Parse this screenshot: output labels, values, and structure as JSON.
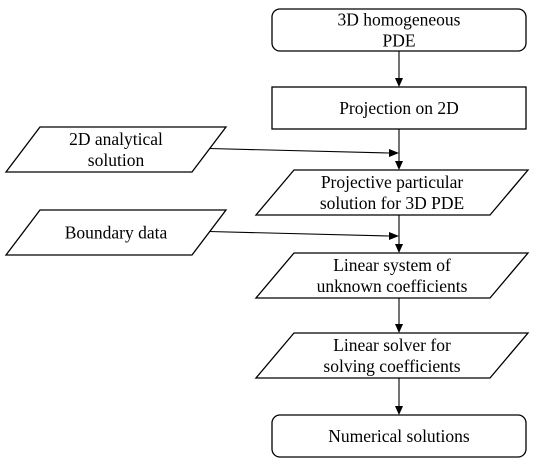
{
  "diagram": {
    "nodes": [
      {
        "id": "pde",
        "shape": "rounded-rect",
        "lines": [
          "3D homogeneous",
          "PDE"
        ]
      },
      {
        "id": "projection",
        "shape": "rect",
        "lines": [
          "Projection on 2D"
        ]
      },
      {
        "id": "analytical",
        "shape": "parallelogram",
        "lines": [
          "2D analytical",
          "solution"
        ]
      },
      {
        "id": "particular",
        "shape": "parallelogram",
        "lines": [
          "Projective particular",
          "solution for 3D PDE"
        ]
      },
      {
        "id": "boundary",
        "shape": "parallelogram",
        "lines": [
          "Boundary data"
        ]
      },
      {
        "id": "linear-system",
        "shape": "parallelogram",
        "lines": [
          "Linear system of",
          "unknown coefficients"
        ]
      },
      {
        "id": "linear-solver",
        "shape": "parallelogram",
        "lines": [
          "Linear solver for",
          "solving coefficients"
        ]
      },
      {
        "id": "numerical",
        "shape": "rounded-rect",
        "lines": [
          "Numerical solutions"
        ]
      }
    ],
    "edges": [
      {
        "from": "pde",
        "to": "projection"
      },
      {
        "from": "projection",
        "to": "particular"
      },
      {
        "from": "analytical",
        "to": "particular"
      },
      {
        "from": "particular",
        "to": "linear-system"
      },
      {
        "from": "boundary",
        "to": "linear-system"
      },
      {
        "from": "linear-system",
        "to": "linear-solver"
      },
      {
        "from": "linear-solver",
        "to": "numerical"
      }
    ]
  }
}
